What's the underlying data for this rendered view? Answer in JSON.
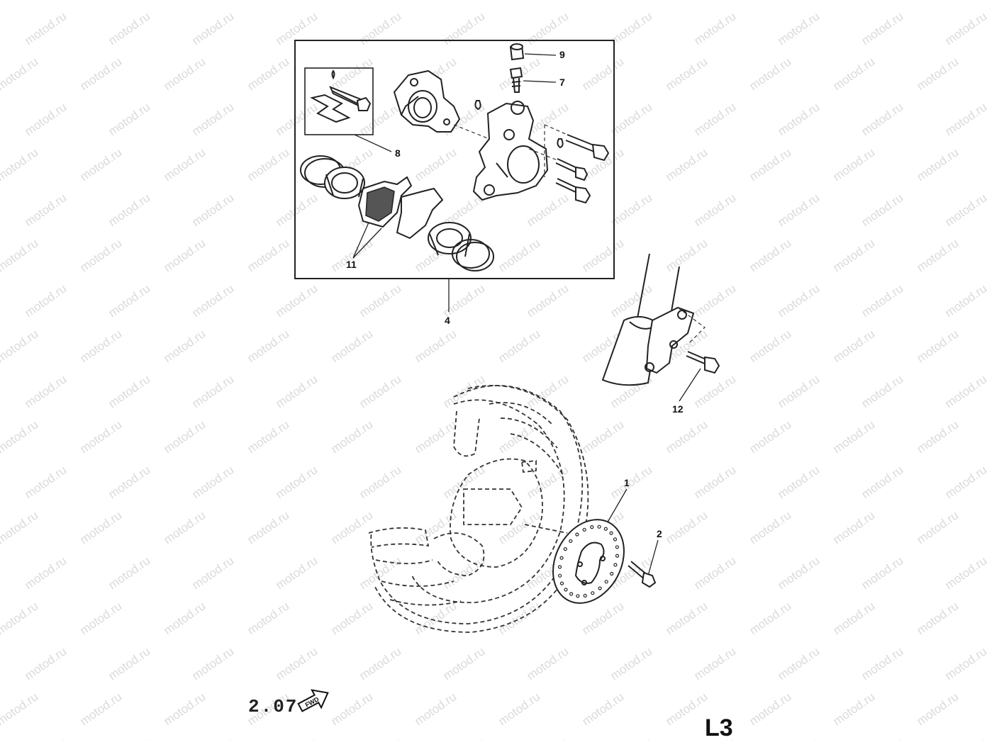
{
  "diagram": {
    "callouts": [
      {
        "id": "c9",
        "label": "9"
      },
      {
        "id": "c7",
        "label": "7"
      },
      {
        "id": "c8",
        "label": "8"
      },
      {
        "id": "c11",
        "label": "11"
      },
      {
        "id": "c4",
        "label": "4"
      },
      {
        "id": "c12",
        "label": "12"
      },
      {
        "id": "c1",
        "label": "1"
      },
      {
        "id": "c2",
        "label": "2"
      }
    ],
    "page_number": "2.07",
    "fwd_marker": "FWD",
    "section_code": "L3",
    "watermark": "motod.ru"
  }
}
